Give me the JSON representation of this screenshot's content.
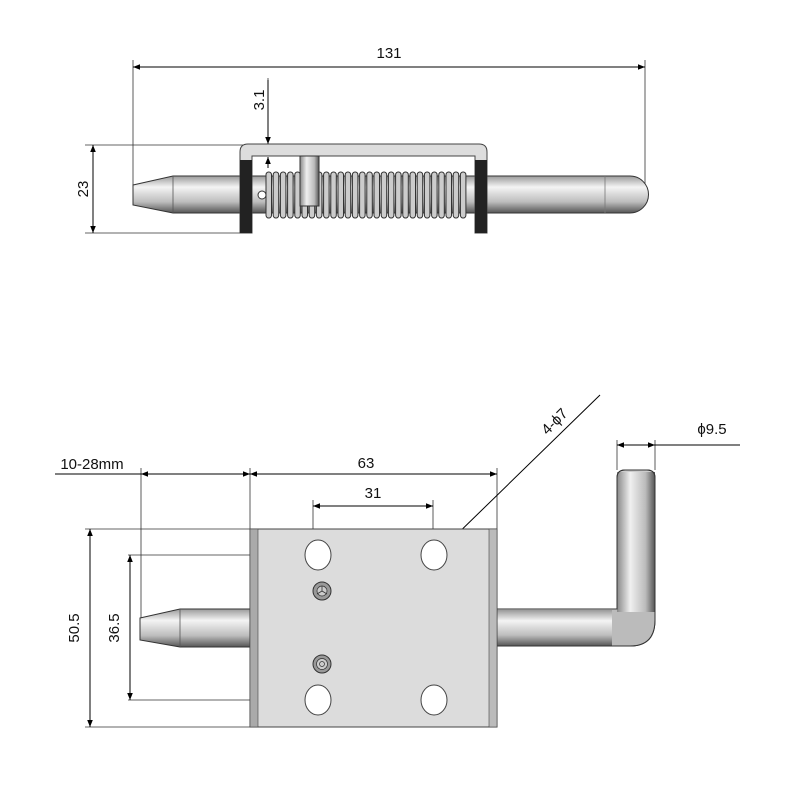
{
  "top_view": {
    "overall_length": "131",
    "height": "23",
    "bracket_thickness": "3.1"
  },
  "front_view": {
    "stroke_range": "10-28mm",
    "plate_width": "63",
    "hole_spacing_x": "31",
    "plate_height": "50.5",
    "hole_spacing_y": "36.5",
    "holes_callout": "4-ϕ7",
    "pin_diameter": "ϕ9.5"
  }
}
